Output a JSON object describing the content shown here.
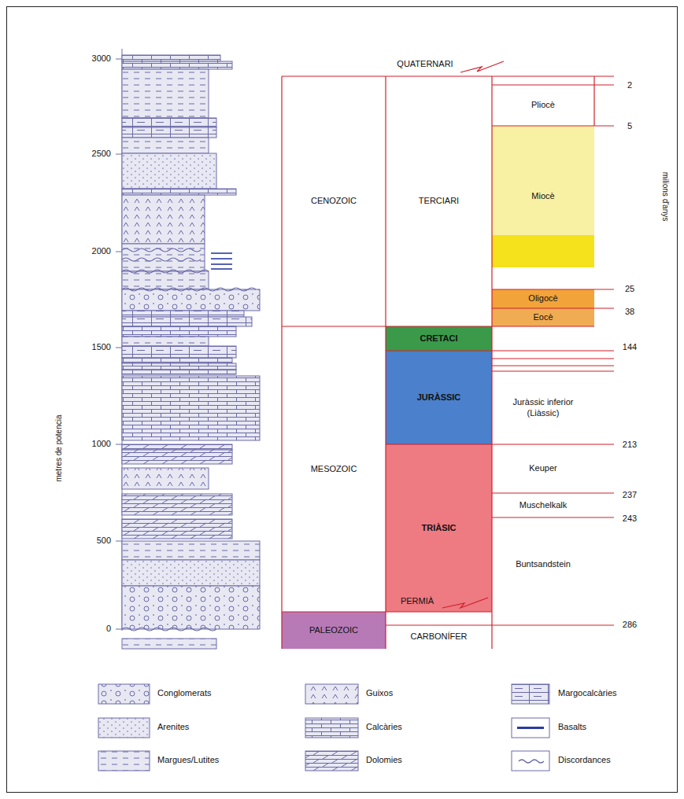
{
  "diagram": {
    "nodes": [
      {
        "text": [
          "CENOZOIC"
        ]
      },
      {
        "text": [
          "TERCIARI"
        ]
      },
      {
        "text": [
          "Pliocè"
        ]
      },
      {
        "text": [
          "Miocè"
        ]
      },
      {
        "text": [
          "Oligocè"
        ]
      },
      {
        "text": [
          "Eocè"
        ]
      },
      {
        "text": [
          "MESOZOIC"
        ]
      },
      {
        "text": [
          "CRETACI"
        ]
      },
      {
        "text": [
          "JURÀSSIC"
        ]
      },
      {
        "text": [
          "Juràssic inferior (Liàssic)"
        ]
      },
      {
        "text": [
          "TRIÀSIC"
        ]
      },
      {
        "text": [
          "Keuper"
        ]
      },
      {
        "text": [
          "Muschelkalk"
        ]
      },
      {
        "text": [
          "Buntsandstein"
        ]
      },
      {
        "text": [
          "PALEOZOIC"
        ]
      },
      {
        "text": [
          "CARBONÍFER"
        ]
      }
    ],
    "labels": [
      "QUATERNARI",
      "PERMIÀ",
      "2",
      "5",
      "25",
      "38",
      "144",
      "213",
      "237",
      "243",
      "286",
      "3000",
      "2500",
      "2000",
      "1500",
      "1000",
      "500",
      "0",
      "metres de potencia",
      "milions d'anys"
    ],
    "legend": [
      {
        "text": "Conglomerats"
      },
      {
        "text": "Guixos"
      },
      {
        "text": "Margocalcàries"
      },
      {
        "text": "Arenites"
      },
      {
        "text": "Calcàries"
      },
      {
        "text": "Basalts"
      },
      {
        "text": "Margues/Lutites"
      },
      {
        "text": "Dolomies"
      },
      {
        "text": "Discordances"
      }
    ]
  }
}
